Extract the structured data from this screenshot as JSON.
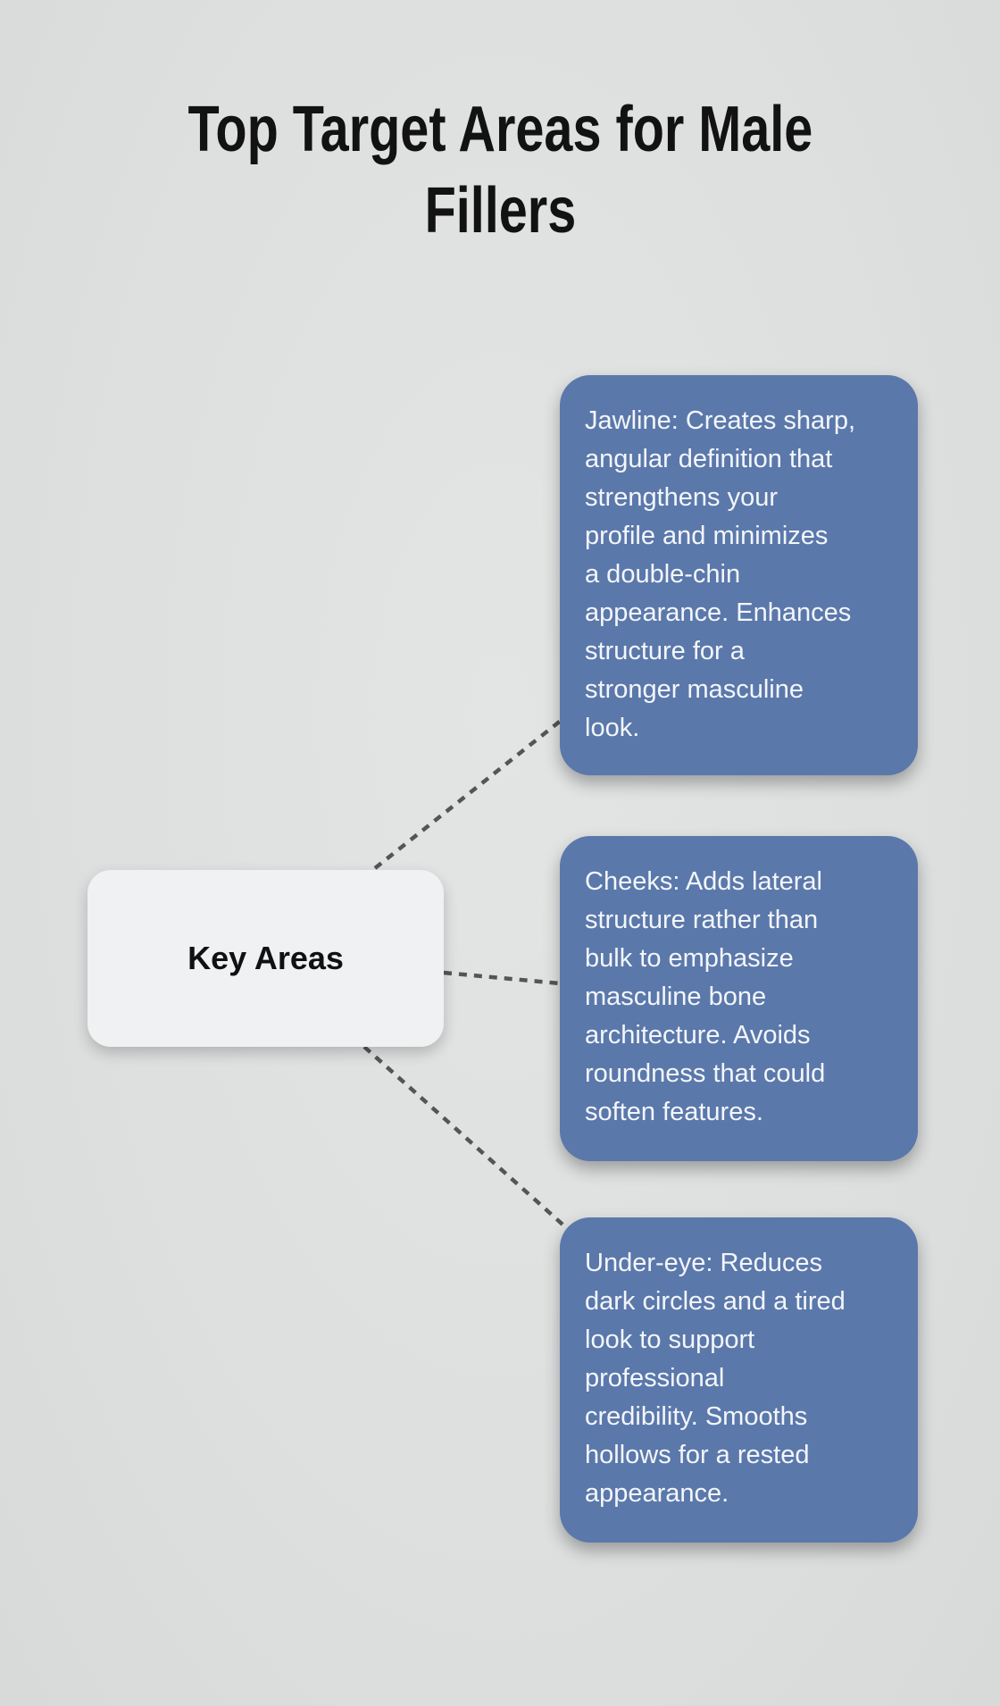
{
  "page": {
    "title": "Top Target Areas for Male\nFillers",
    "background_color": "#dee0e0",
    "title_color": "#121212"
  },
  "diagram": {
    "type": "mind-map",
    "root_node": {
      "label": "Key Areas",
      "bg_color": "#eff1f2",
      "text_color": "#111111"
    },
    "branches": [
      {
        "id": "jawline",
        "text": "Jawline: Creates sharp,\nangular definition that\nstrengthens your\nprofile and minimizes\na double-chin\nappearance. Enhances\nstructure for a\nstronger masculine\nlook."
      },
      {
        "id": "cheeks",
        "text": "Cheeks: Adds lateral\nstructure rather than\nbulk to emphasize\nmasculine bone\narchitecture. Avoids\nroundness that could\nsoften features."
      },
      {
        "id": "under-eye",
        "text": "Under-eye: Reduces\ndark circles and a tired\nlook to support\nprofessional\ncredibility. Smooths\nhollows for a rested\nappearance."
      }
    ],
    "colors": {
      "branch_bg": "#5b78ab",
      "branch_text": "#f3f6f9",
      "connector": "#555555"
    }
  }
}
